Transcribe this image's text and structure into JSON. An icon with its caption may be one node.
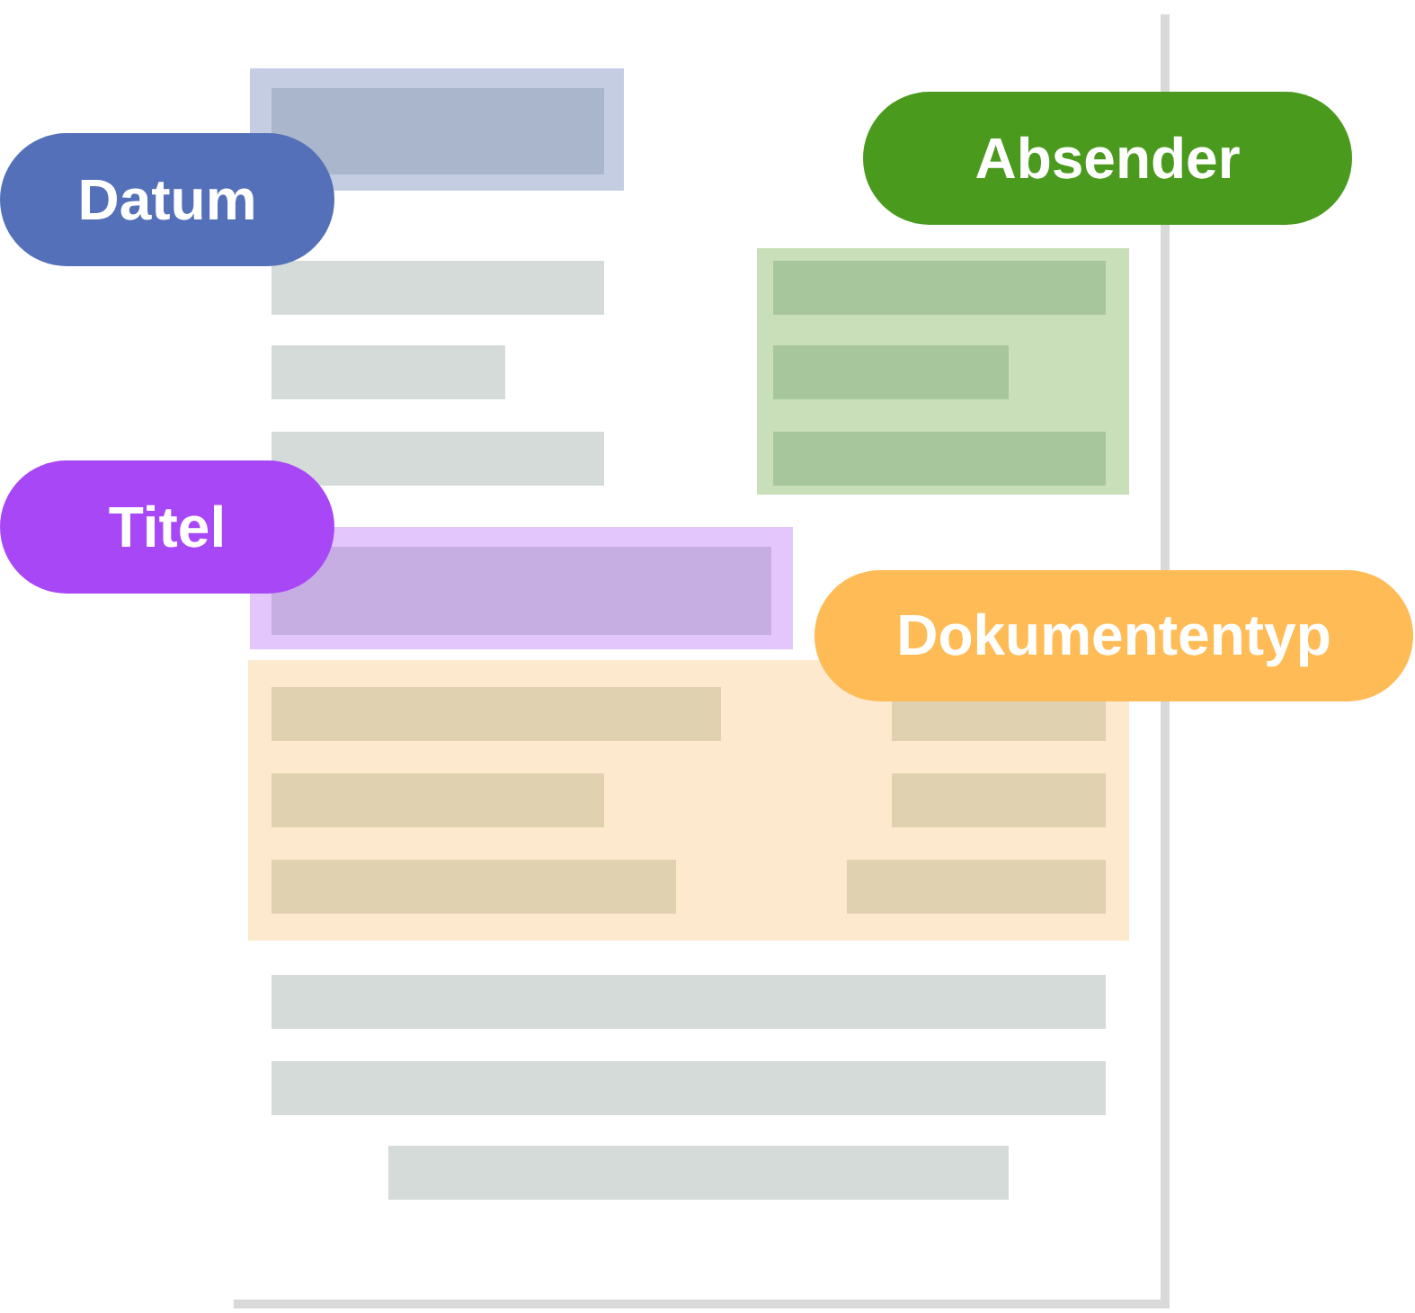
{
  "diagram": {
    "nodes": [
      {
        "text": [
          "Datum"
        ]
      },
      {
        "text": [
          "Absender"
        ]
      },
      {
        "text": [
          "Titel"
        ]
      },
      {
        "text": [
          "Dokumententyp"
        ]
      }
    ]
  }
}
